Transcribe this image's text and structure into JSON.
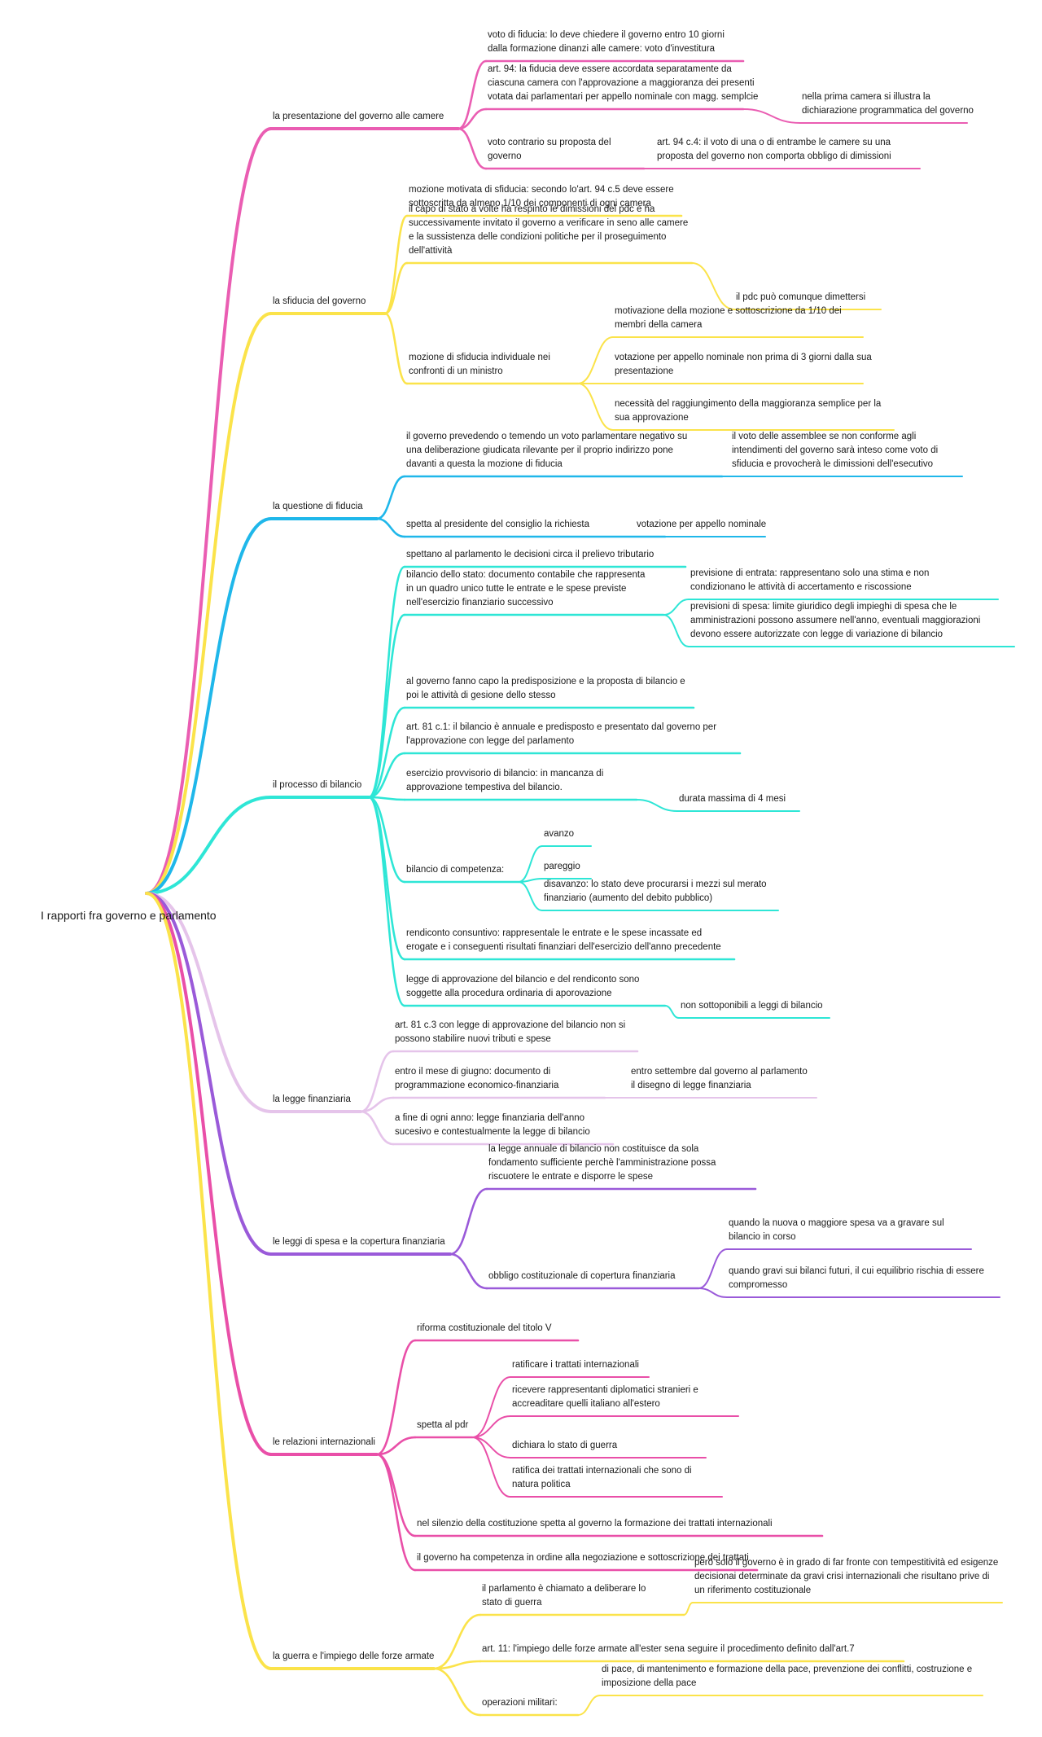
{
  "root": "I rapporti fra governo e parlamento",
  "palette": {
    "pink": "#ea5db2",
    "yellow": "#fbe34a",
    "blue": "#1fb7ea",
    "teal": "#2ee6d6",
    "lilac": "#e5c4ea",
    "purple": "#9a5ad9",
    "magenta": "#e94fa8"
  },
  "branches": [
    {
      "title": "la presentazione del governo alle camere",
      "color": "pink",
      "items": [
        {
          "text": "voto di fiducia: lo deve chiedere il governo entro 10 giorni\ndalla formazione dinanzi alle camere: voto d'investitura"
        },
        {
          "text": "art. 94: la fiducia deve essere accordata separatamente da\nciascuna camera con l'approvazione a maggioranza dei presenti\nvotata dai parlamentari per appello nominale con magg. semplcie",
          "children": [
            {
              "text": "nella prima camera si illustra la\ndichiarazione programmatica del governo"
            }
          ]
        },
        {
          "text": "voto contrario su proposta del\ngoverno",
          "children": [
            {
              "text": "art. 94 c.4: il voto di una o di entrambe le camere su una\nproposta del governo non comporta obbligo di dimissioni"
            }
          ]
        }
      ]
    },
    {
      "title": "la sfiducia del governo",
      "color": "yellow",
      "items": [
        {
          "text": "mozione motivata di sfiducia: secondo lo'art. 94 c.5 deve essere\nsottoscritta da almeno 1/10 dei componenti di ogni camera"
        },
        {
          "text": "il capo di stato a volte ha respinto le dimissioni del pdc e ha\nsuccessivamente invitato il governo a verificare in seno alle camere\ne la sussistenza delle condizioni politiche per il proseguimento\ndell'attività",
          "children": [
            {
              "text": "il pdc può comunque dimettersi"
            }
          ]
        },
        {
          "text": "mozione di sfiducia individuale nei\nconfronti di un ministro",
          "children": [
            {
              "text": "motivazione della mozione e sottoscrizione da 1/10 dei\nmembri della camera"
            },
            {
              "text": "votazione per appello nominale non prima di 3 giorni dalla sua\npresentazione"
            },
            {
              "text": "necessità del raggiungimento della maggioranza semplice per la\nsua approvazione"
            }
          ]
        }
      ]
    },
    {
      "title": "la questione di fiducia",
      "color": "blue",
      "items": [
        {
          "text": "il governo prevedendo o temendo un voto parlamentare negativo su\nuna deliberazione giudicata rilevante per il proprio indirizzo pone\ndavanti a questa la mozione di fiducia",
          "children": [
            {
              "text": "il voto delle assemblee se non conforme agli\nintendimenti del governo sarà inteso come voto di\nsfiducia e provocherà le dimissioni dell'esecutivo"
            }
          ]
        },
        {
          "text": "spetta al presidente del consiglio la richiesta",
          "children": [
            {
              "text": "votazione per appello nominale"
            }
          ]
        }
      ]
    },
    {
      "title": "il processo di bilancio",
      "color": "teal",
      "items": [
        {
          "text": "spettano al parlamento le decisioni circa il prelievo tributario"
        },
        {
          "text": "bilancio dello stato: documento contabile che rappresenta\nin un quadro unico tutte le entrate e le spese previste\nnell'esercizio  finanziario successivo",
          "children": [
            {
              "text": "previsione di entrata: rappresentano solo una stima e non\ncondizionano le attività di accertamento e riscossione"
            },
            {
              "text": "previsioni di spesa: limite giuridico degli impieghi di spesa che le\namministrazioni possono assumere nell'anno, eventuali maggiorazioni\ndevono essere autorizzate con legge di variazione di bilancio"
            }
          ]
        },
        {
          "text": "al governo fanno capo la predisposizione e la proposta di bilancio e\npoi le attività di gesione dello stesso"
        },
        {
          "text": "art. 81 c.1: il bilancio è annuale e predisposto e presentato dal governo per\nl'approvazione con legge del parlamento"
        },
        {
          "text": " esercizio provvisorio di bilancio: in mancanza di\napprovazione tempestiva del bilancio.",
          "children": [
            {
              "text": "durata massima di 4 mesi"
            }
          ]
        },
        {
          "text": "bilancio di competenza:",
          "children": [
            {
              "text": "avanzo"
            },
            {
              "text": "pareggio"
            },
            {
              "text": "disavanzo: lo stato deve procurarsi i mezzi sul merato\nfinanziario (aumento del debito pubblico)"
            }
          ]
        },
        {
          "text": "rendiconto consuntivo: rappresentale le entrate e le spese incassate ed\nerogate e i conseguenti risultati finanziari dell'esercizio dell'anno precedente"
        },
        {
          "text": "legge di approvazione del bilancio e del rendiconto sono\nsoggette alla procedura ordinaria di aporovazione",
          "children": [
            {
              "text": "non sottoponibili a leggi di bilancio"
            }
          ]
        }
      ]
    },
    {
      "title": "la legge finanziaria",
      "color": "lilac",
      "items": [
        {
          "text": "art. 81 c.3 con legge di approvazione del bilancio non si\npossono stabilire nuovi tributi e spese"
        },
        {
          "text": "entro il mese di giugno: documento di\nprogrammazione economico-finanziaria",
          "children": [
            {
              "text": "entro settembre dal governo al parlamento\nil disegno di legge finanziaria"
            }
          ]
        },
        {
          "text": "a fine di ogni anno: legge finanziaria dell'anno\nsucesivo e contestualmente la legge di bilancio"
        }
      ]
    },
    {
      "title": "le leggi di spesa e la copertura finanziaria",
      "color": "purple",
      "items": [
        {
          "text": "la legge annuale di bilancio non costituisce da sola\nfondamento sufficiente perchè l'amministrazione possa\nriscuotere le entrate e disporre le spese"
        },
        {
          "text": "obbligo costituzionale di copertura finanziaria",
          "children": [
            {
              "text": "quando la nuova o maggiore spesa va a gravare sul\nbilancio in corso"
            },
            {
              "text": "quando gravi sui bilanci futuri, il cui equilibrio rischia di essere\ncompromesso"
            }
          ]
        }
      ]
    },
    {
      "title": "le relazioni internazionali",
      "color": "magenta",
      "items": [
        {
          "text": "riforma costituzionale del titolo V"
        },
        {
          "text": "spetta al pdr",
          "children": [
            {
              "text": "ratificare i trattati internazionali"
            },
            {
              "text": "ricevere rappresentanti diplomatici stranieri e\naccreaditare quelli italiano all'estero"
            },
            {
              "text": "dichiara lo stato di guerra"
            },
            {
              "text": "ratifica dei trattati internazionali che sono di\nnatura politica"
            }
          ]
        },
        {
          "text": "nel silenzio della costituzione spetta al governo la formazione dei trattati internazionali"
        },
        {
          "text": "il governo ha competenza in ordine alla negoziazione e sottoscrizione dei trattati"
        }
      ]
    },
    {
      "title": "la guerra e l'impiego delle forze armate",
      "color": "yellow",
      "items": [
        {
          "text": "il parlamento è chiamato a deliberare lo\nstato di guerra",
          "children": [
            {
              "text": "però solo il governo è in grado di far fronte con tempestitività ed esigenze\ndecisionai determinate da gravi crisi internazionali che risultano prive di\nun riferimento costituzionale"
            }
          ]
        },
        {
          "text": "art. 11: l'impiego delle forze armate all'ester sena seguire il procedimento definito dall'art.7"
        },
        {
          "text": "operazioni militari:",
          "children": [
            {
              "text": "di pace, di mantenimento e formazione della pace, prevenzione dei conflitti, costruzione e\nimposizione della pace"
            }
          ]
        }
      ]
    }
  ]
}
